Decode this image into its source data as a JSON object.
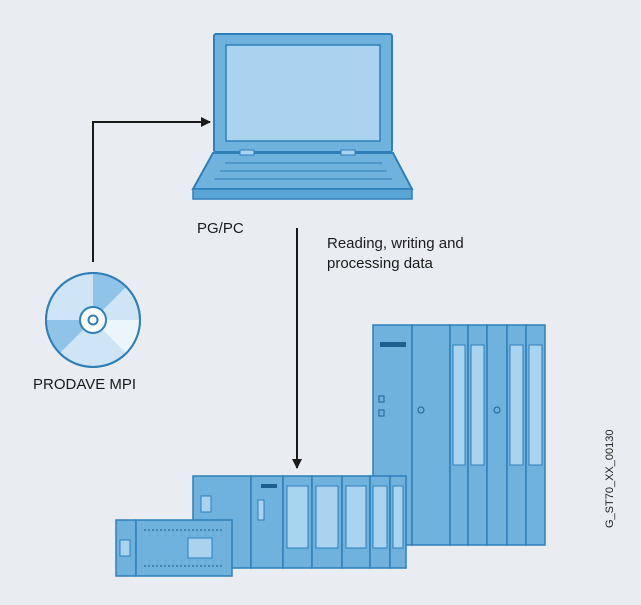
{
  "labels": {
    "pg_pc": "PG/PC",
    "prodave": "PRODAVE MPI",
    "arrow_caption": "Reading, writing and processing data",
    "figure_id": "G_ST70_XX_00130"
  },
  "colors": {
    "background": "#e9edf1",
    "device_fill": "#6fb2de",
    "device_light": "#a9d3ef",
    "device_stroke": "#2f7fb8",
    "arrow": "#1a1a1a"
  }
}
